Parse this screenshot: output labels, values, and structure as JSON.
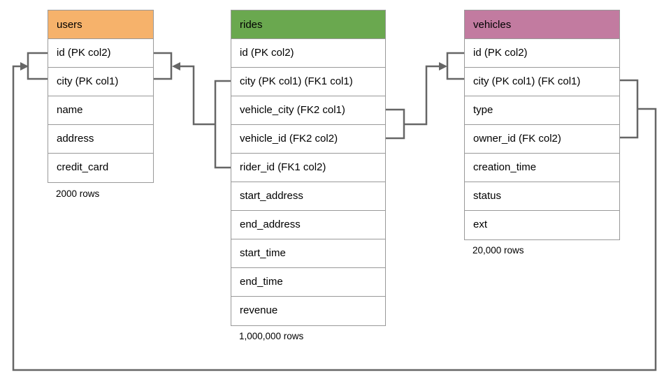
{
  "diagram": {
    "tables": [
      {
        "name": "users",
        "header_color": "#F6B26B",
        "columns": [
          "id (PK col2)",
          "city (PK col1)",
          "name",
          "address",
          "credit_card"
        ],
        "row_count": "2000 rows"
      },
      {
        "name": "rides",
        "header_color": "#6AA84F",
        "columns": [
          "id (PK col2)",
          "city (PK col1) (FK1 col1)",
          "vehicle_city (FK2 col1)",
          "vehicle_id (FK2 col2)",
          "rider_id (FK1 col2)",
          "start_address",
          "end_address",
          "start_time",
          "end_time",
          "revenue"
        ],
        "row_count": "1,000,000 rows"
      },
      {
        "name": "vehicles",
        "header_color": "#C27BA0",
        "columns": [
          "id (PK col2)",
          "city (PK col1) (FK col1)",
          "type",
          "owner_id (FK col2)",
          "creation_time",
          "status",
          "ext"
        ],
        "row_count": "20,000 rows"
      }
    ],
    "relationships": [
      {
        "from_table": "rides",
        "from_columns": "city (FK1 col1), rider_id (FK1 col2)",
        "to_table": "users",
        "to_columns": "city (PK col1), id (PK col2)"
      },
      {
        "from_table": "rides",
        "from_columns": "vehicle_city (FK2 col1), vehicle_id (FK2 col2)",
        "to_table": "vehicles",
        "to_columns": "city (PK col1), id (PK col2)"
      },
      {
        "from_table": "vehicles",
        "from_columns": "city (FK col1), owner_id (FK col2)",
        "to_table": "users",
        "to_columns": "city (PK col1), id (PK col2)"
      }
    ],
    "line_color": "#666666",
    "border_color": "#999999"
  }
}
